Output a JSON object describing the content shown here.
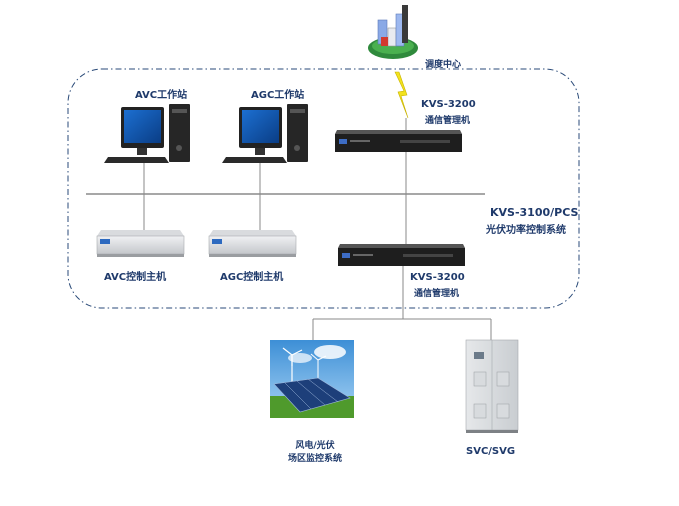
{
  "labels": {
    "dispatch_center": "调度中心",
    "avc_workstation": "AVC工作站",
    "agc_workstation": "AGC工作站",
    "comm_top_model": "KVS-3200",
    "comm_top_name": "通信管理机",
    "system_model": "KVS-3100/PCS",
    "system_name": "光伏功率控制系统",
    "avc_host": "AVC控制主机",
    "agc_host": "AGC控制主机",
    "comm_bottom_model": "KVS-3200",
    "comm_bottom_name": "通信管理机",
    "station_line1": "风电/光伏",
    "station_line2": "场区监控系统",
    "svc": "SVC/SVG"
  },
  "colors": {
    "label_text": "#1f3a6b",
    "boundary": "#2a4a78",
    "bus_line": "#8a8a8a",
    "lightning": "#f2e21d"
  },
  "icons": {
    "dispatch": "dispatch-center-building-icon",
    "workstation": "desktop-computer-icon",
    "comm": "rack-communication-manager-icon",
    "host": "industrial-control-host-icon",
    "station": "wind-solar-farm-icon",
    "svc": "svc-cabinet-icon"
  }
}
